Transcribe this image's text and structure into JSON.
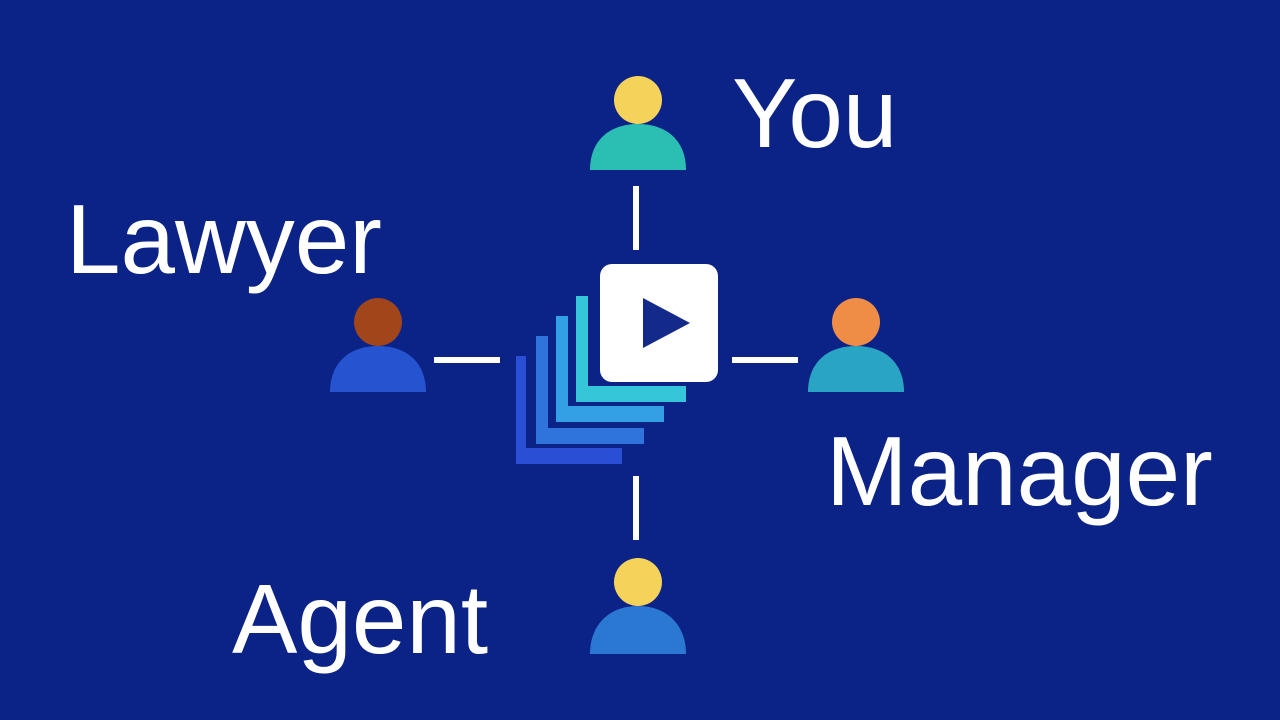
{
  "labels": {
    "you": "You",
    "lawyer": "Lawyer",
    "manager": "Manager",
    "agent": "Agent"
  },
  "colors": {
    "background": "#0b2287",
    "text": "#ffffff",
    "connector": "#ffffff",
    "you_head": "#f5d35a",
    "you_body": "#2bbfb4",
    "lawyer_head": "#a0461a",
    "lawyer_body": "#2653cf",
    "manager_head": "#ef8c45",
    "manager_body": "#2aa4c4",
    "agent_head": "#f5d35a",
    "agent_body": "#2a78d2",
    "stack_1": "#2a4fd6",
    "stack_2": "#2f74dd",
    "stack_3": "#33a0e6",
    "stack_4": "#35c7d9",
    "play_card": "#ffffff",
    "play_triangle": "#142a8a"
  },
  "icons": {
    "center": "video-play-icon",
    "person": "person-icon"
  }
}
